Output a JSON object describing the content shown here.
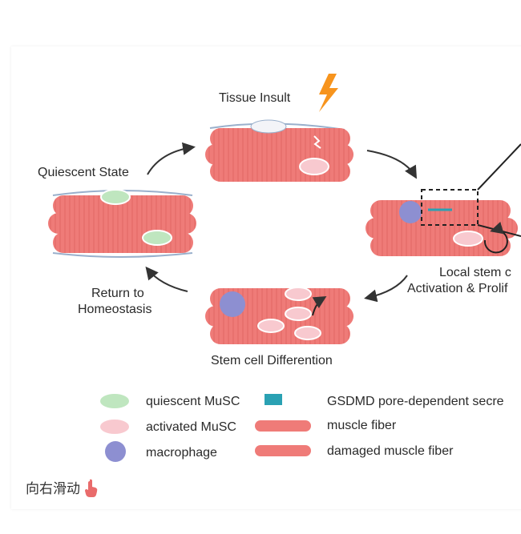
{
  "labels": {
    "tissue_insult": "Tissue Insult",
    "quiescent_state": "Quiescent State",
    "return_line1": "Return to",
    "return_line2": "Homeostasis",
    "differentiation": "Stem cell Differention",
    "local_line1": "Local stem c",
    "local_line2": "Activation & Prolif"
  },
  "legend": {
    "quiescent": "quiescent MuSC",
    "activated": "activated MuSC",
    "macrophage": "macrophage",
    "gsdmd": "GSDMD pore-dependent secre",
    "muscle": "muscle fiber",
    "damaged": "damaged muscle fiber"
  },
  "footer": {
    "swipe_text": "向右滑动",
    "swipe_icon": "pointing-hand-icon"
  },
  "colors": {
    "fiber": "#ef7b78",
    "fiber_dark": "#d9625f",
    "quiescent_cell": "#bfe6bf",
    "activated_cell": "#f8c9cf",
    "macrophage": "#8d8fd1",
    "lightning": "#f7941d",
    "secretion": "#2aa1b3"
  }
}
